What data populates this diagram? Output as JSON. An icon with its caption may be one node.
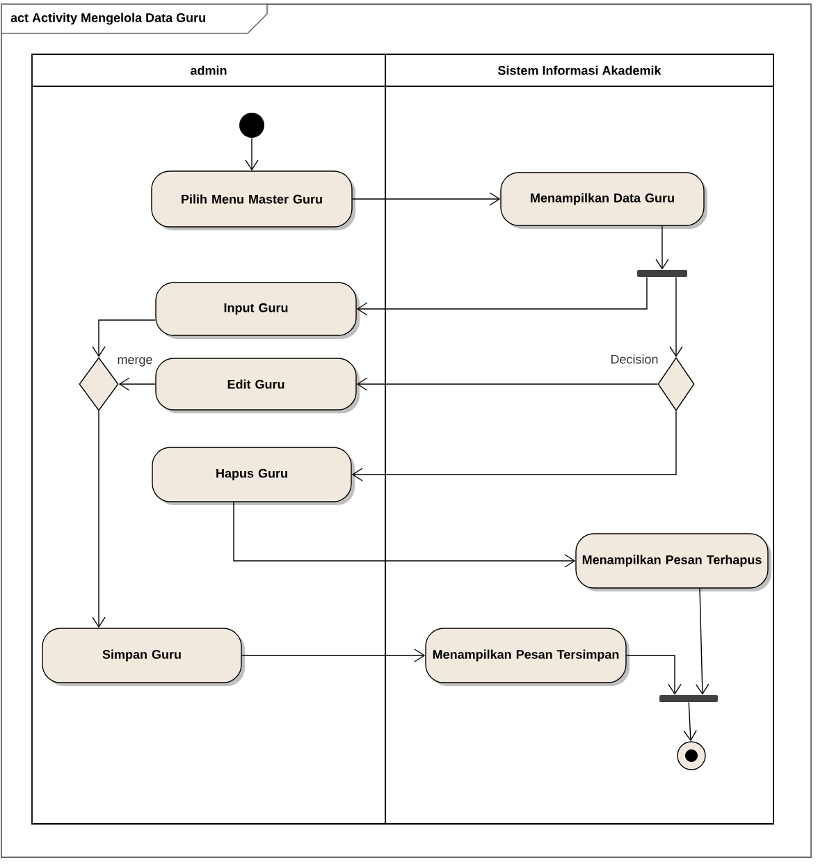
{
  "diagram": {
    "title": "act Activity Mengelola Data Guru",
    "nodes": [
      {
        "text": [
          "admin"
        ]
      },
      {
        "text": [
          "Sistem Informasi Akademik"
        ]
      },
      {
        "text": [],
        "shape": "circle",
        "in": 0
      },
      {
        "text": [
          "Pilih Menu Master Guru"
        ],
        "in": 0
      },
      {
        "text": [
          "Menampilkan Data Guru"
        ],
        "in": 1
      },
      {
        "text": [],
        "shape": "bar",
        "in": 1
      },
      {
        "text": [
          "Input Guru"
        ],
        "in": 0
      },
      {
        "text": [],
        "shape": "diamond",
        "beside": [
          "merge"
        ],
        "in": 0
      },
      {
        "text": [
          "Edit Guru"
        ],
        "in": 0
      },
      {
        "text": [],
        "shape": "diamond",
        "beside": [
          "Decision"
        ],
        "in": 1
      },
      {
        "text": [
          "Hapus Guru"
        ],
        "in": 0
      },
      {
        "text": [
          "Menampilkan Pesan Terhapus"
        ],
        "in": 1
      },
      {
        "text": [
          "Simpan Guru"
        ],
        "in": 0
      },
      {
        "text": [
          "Menampilkan Pesan Tersimpan"
        ],
        "in": 1
      },
      {
        "text": [],
        "shape": "bar",
        "in": 1
      },
      {
        "text": [],
        "shape": "circle",
        "in": 1
      }
    ],
    "edges": [
      {
        "from": 2,
        "to": 3,
        "arrow": "to"
      },
      {
        "from": 3,
        "to": 4,
        "arrow": "to"
      },
      {
        "from": 4,
        "to": 5,
        "arrow": "to"
      },
      {
        "from": 5,
        "to": 6,
        "arrow": "to"
      },
      {
        "from": 5,
        "to": 9,
        "arrow": "to"
      },
      {
        "from": 6,
        "to": 7,
        "arrow": "to"
      },
      {
        "from": 8,
        "to": 7,
        "arrow": "to"
      },
      {
        "from": 9,
        "to": 8,
        "arrow": "to"
      },
      {
        "from": 9,
        "to": 10,
        "arrow": "to"
      },
      {
        "from": 10,
        "to": 11,
        "arrow": "to"
      },
      {
        "from": 7,
        "to": 12,
        "arrow": "to"
      },
      {
        "from": 12,
        "to": 13,
        "arrow": "to"
      },
      {
        "from": 13,
        "to": 14,
        "arrow": "to"
      },
      {
        "from": 11,
        "to": 14,
        "arrow": "to"
      },
      {
        "from": 14,
        "to": 15,
        "arrow": "to"
      }
    ]
  }
}
